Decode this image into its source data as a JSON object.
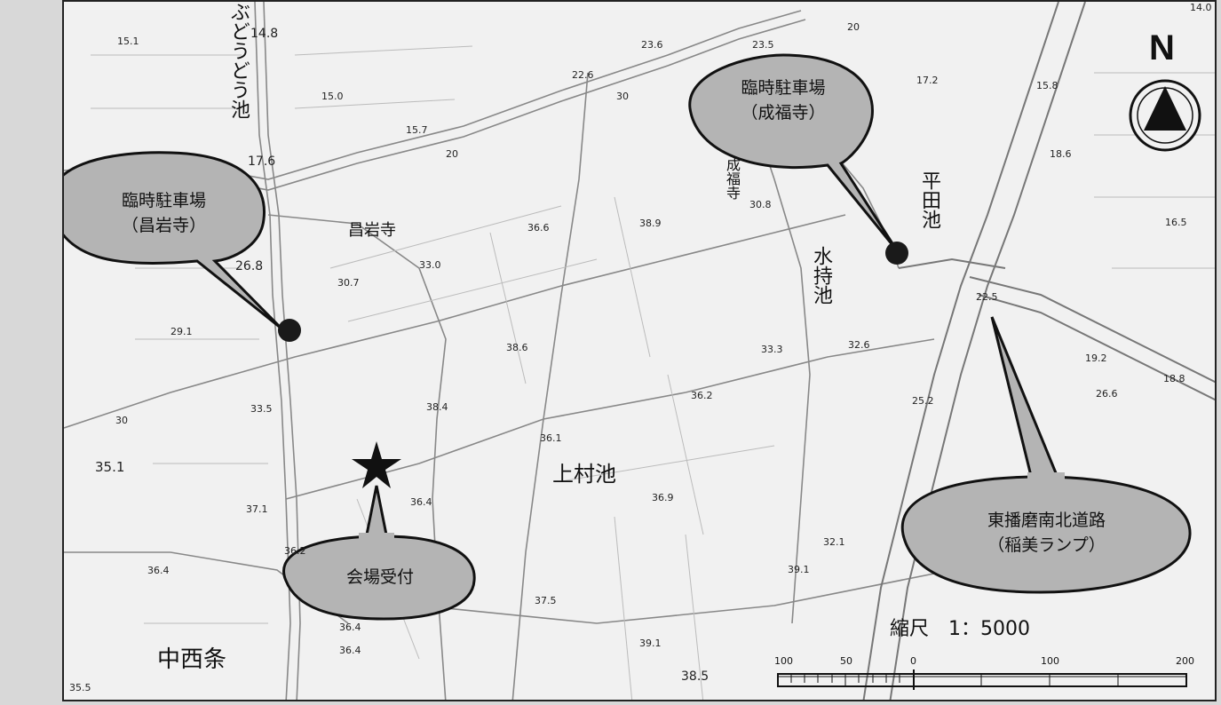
{
  "pond_names": {
    "budou": "ぶどうどう池",
    "hirata": "平田池",
    "mizumochi": "水持池",
    "kamimura": "上村池"
  },
  "place_names": {
    "shoganji": "昌岩寺",
    "jofukuji": "成福寺",
    "nakanishijo": "中西条"
  },
  "callouts": [
    {
      "line1": "臨時駐車場",
      "line2": "（昌岩寺）"
    },
    {
      "line1": "臨時駐車場",
      "line2": "（成福寺）"
    },
    {
      "line1": "会場受付",
      "line2": ""
    },
    {
      "line1": "東播磨南北道路",
      "line2": "（稲美ランプ）"
    }
  ],
  "elevations": [
    "14.8",
    "15.1",
    "15.0",
    "15.7",
    "17.6",
    "20",
    "22.6",
    "23.6",
    "23.5",
    "30",
    "20",
    "17.2",
    "15.8",
    "18.6",
    "16.5",
    "26.8",
    "30.7",
    "33.0",
    "36.6",
    "38.9",
    "30.8",
    "29.1",
    "33.5",
    "38.6",
    "33.3",
    "32.6",
    "22.5",
    "19.2",
    "18.8",
    "26.6",
    "30",
    "35.1",
    "38.4",
    "36.2",
    "36.1",
    "25.2",
    "37.1",
    "36.4",
    "36.9",
    "36.2",
    "32.1",
    "39.1",
    "36.4",
    "37.5",
    "36.4",
    "36.4",
    "39.1",
    "38.5",
    "35.5",
    "14.0"
  ],
  "compass": {
    "letter": "N"
  },
  "scale": {
    "title": "縮尺　1：5000",
    "ticks": [
      "100",
      "50",
      "0",
      "100",
      "200"
    ]
  }
}
